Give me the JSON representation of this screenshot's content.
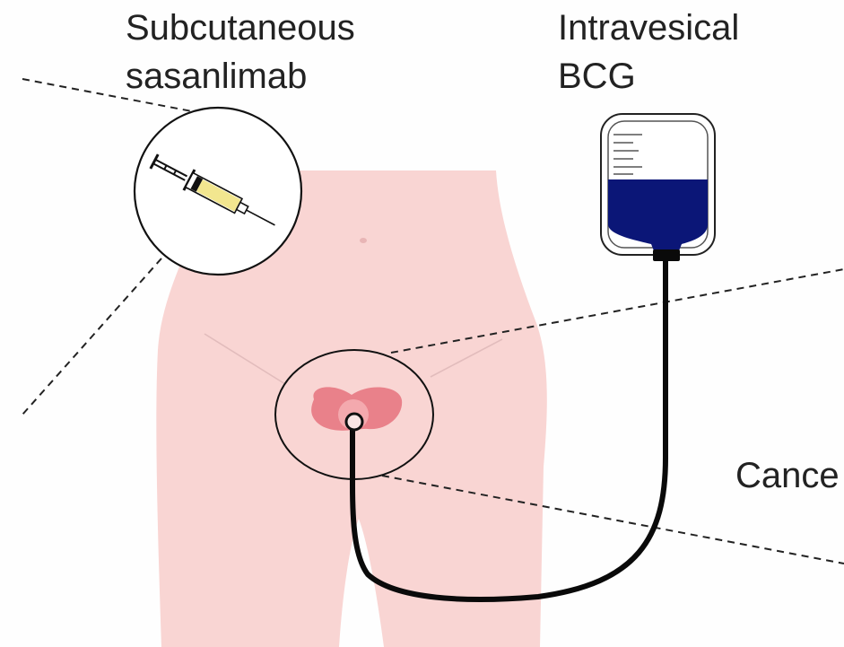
{
  "labels": {
    "syringe_line1": "Subcutaneous",
    "syringe_line2": "sasanlimab",
    "bag_line1": "Intravesical",
    "bag_line2": "BCG",
    "right_label": "Cance"
  },
  "icons": {
    "syringe": "syringe-icon",
    "bag": "iv-bag-icon"
  },
  "colors": {
    "body": "#f9d5d3",
    "bladder": "#e9818a",
    "bladder_light": "#f4a9ae",
    "bag_fluid": "#0b1677",
    "syringe_fluid": "#f2e68f",
    "outline": "#111111"
  }
}
